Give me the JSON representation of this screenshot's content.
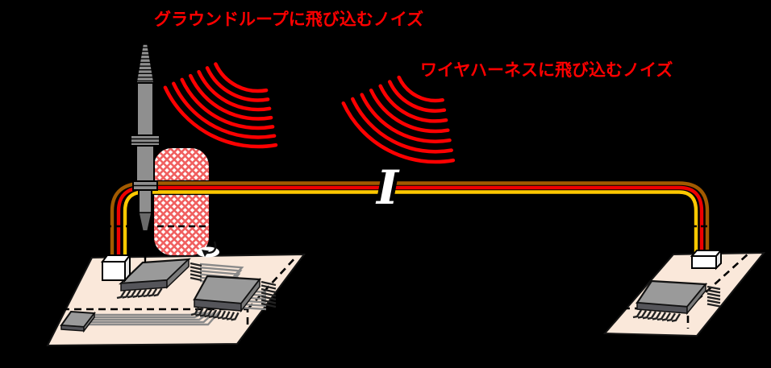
{
  "labels": {
    "ground_loop_noise": "グラウンドループに飛び込むノイズ",
    "harness_noise": "ワイヤハーネスに飛び込むノイズ"
  },
  "symbols": {
    "induced_current": "I"
  },
  "colors": {
    "background": "#000000",
    "noise_red": "#FF0000",
    "label_red": "#FF0000",
    "wire_brown": "#A25A00",
    "wire_red": "#EE0000",
    "wire_yellow": "#FFC800",
    "board_peach": "#FAE8DA",
    "chip_gray": "#9A9A9A",
    "probe_gray": "#8F8F8F",
    "hatch_pink": "#F06060",
    "current_symbol_white": "#FFFFFF"
  }
}
